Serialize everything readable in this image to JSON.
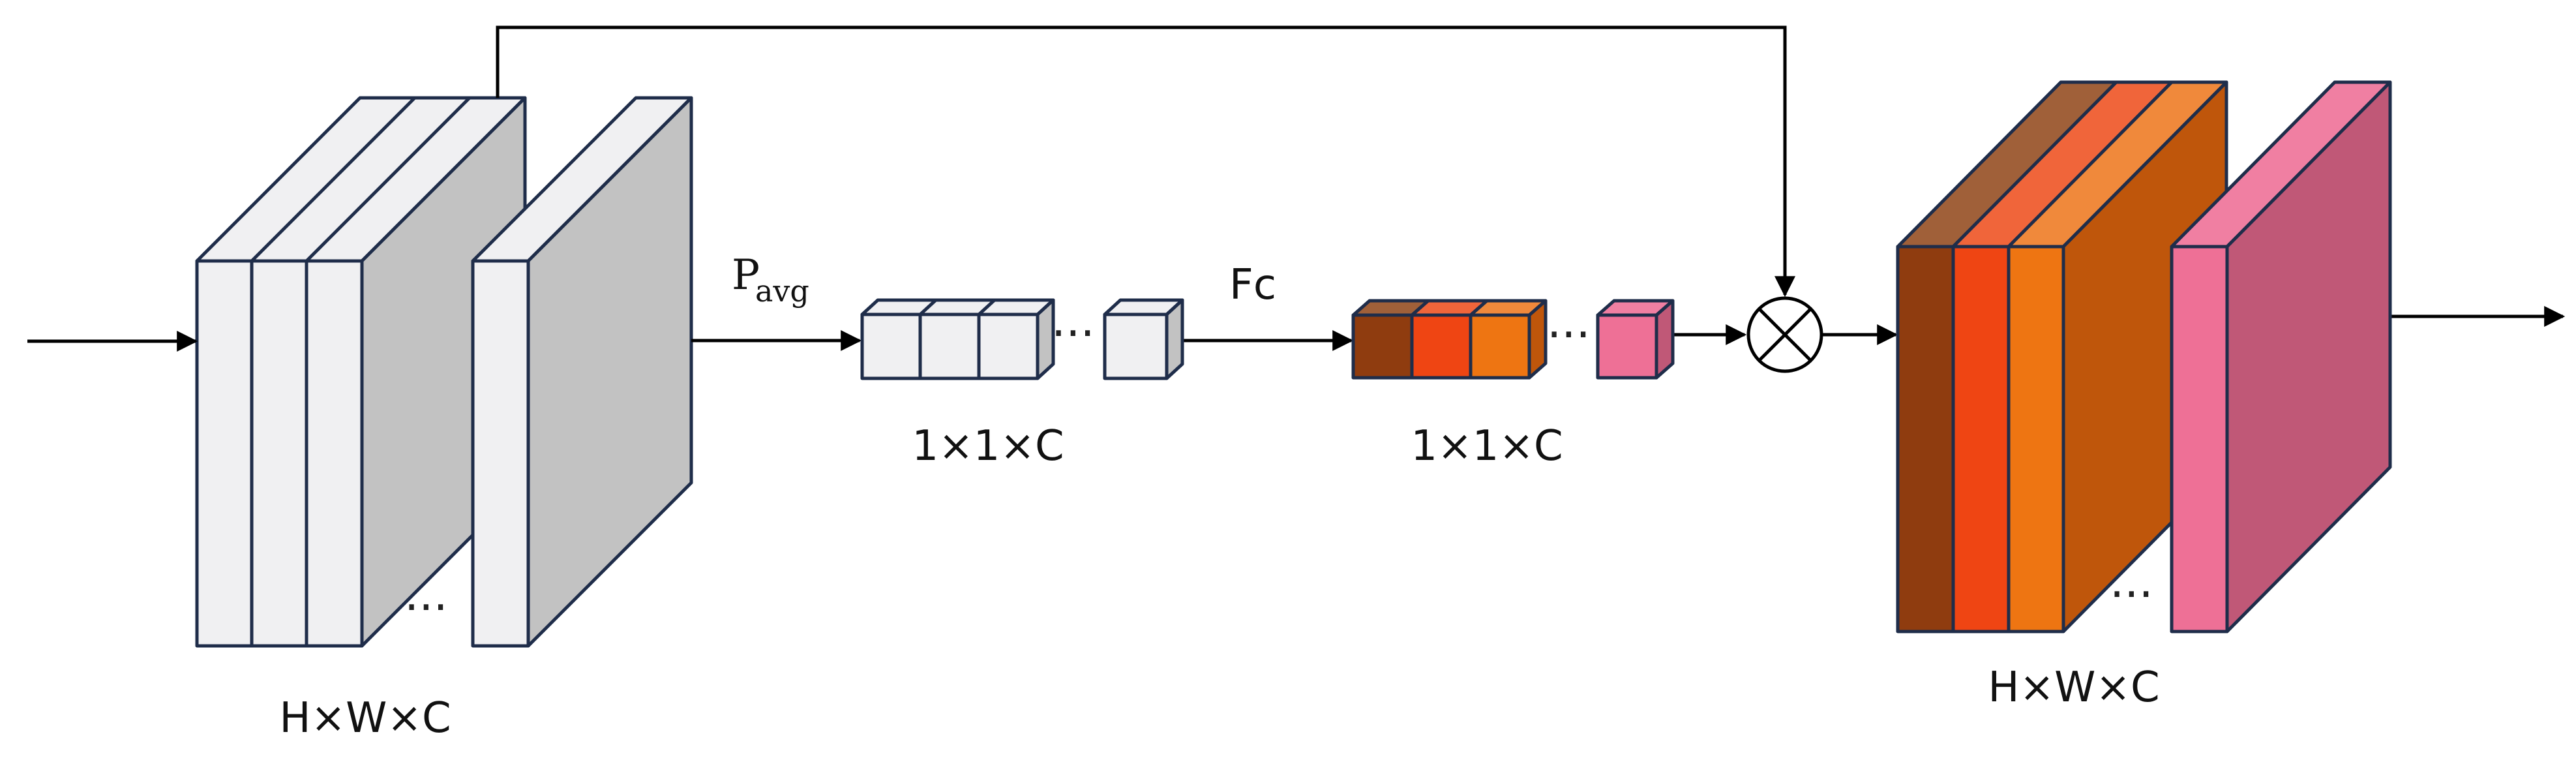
{
  "labels": {
    "input_dims": "H×W×C",
    "pooled_dims": "1×1×C",
    "fc_dims": "1×1×C",
    "output_dims": "H×W×C",
    "pool_main": "P",
    "pool_sub": "avg",
    "fc": "Fc",
    "ellipsis": "···"
  },
  "colors": {
    "slice_front": "#f0f0f2",
    "slice_side": "#c2c2c2",
    "edge": "#1f2d4a",
    "weight_1": "#8f3c0f",
    "weight_2": "#ef4513",
    "weight_3": "#ee7512",
    "weight_last": "#ee7096",
    "output_side": "#bf560b",
    "output_top": "#a06039",
    "output_last_side": "#c05877",
    "multiply_node": "#ffffff"
  },
  "icons": {
    "multiply": "circled-times-icon"
  }
}
